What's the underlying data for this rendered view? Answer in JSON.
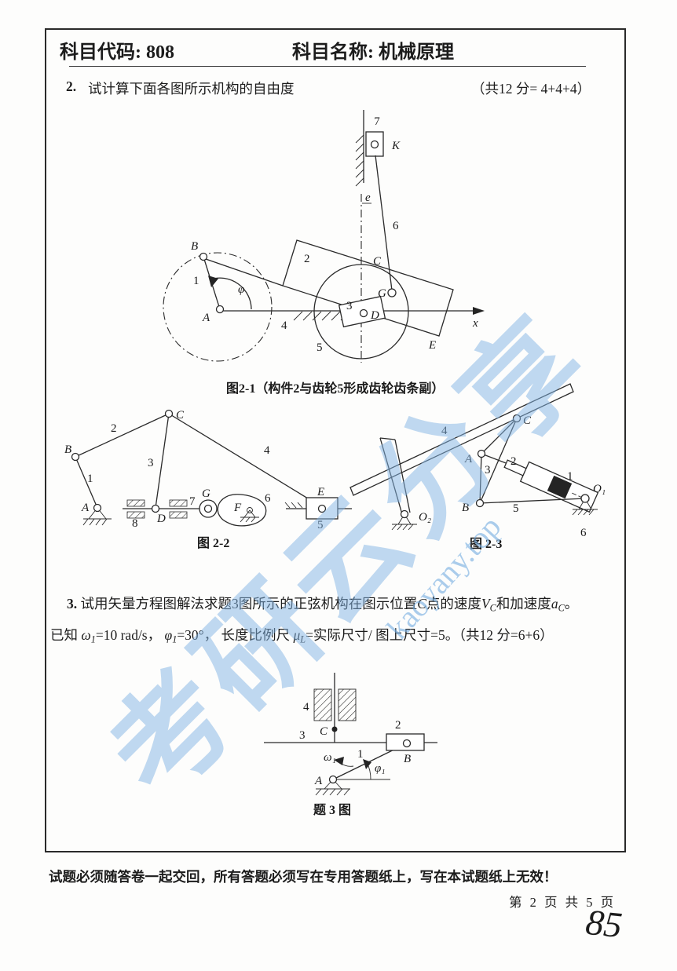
{
  "header": {
    "subject_code": "科目代码: 808",
    "subject_name": "科目名称: 机械原理"
  },
  "question2": {
    "number": "2.",
    "text": "试计算下面各图所示机构的自由度",
    "points": "（共12 分= 4+4+4）"
  },
  "figure21": {
    "caption": "图2-1（构件2与齿轮5形成齿轮齿条副）",
    "labels": {
      "n7": "7",
      "K": "K",
      "e": "e",
      "n6": "6",
      "B": "B",
      "n2": "2",
      "C": "C",
      "G": "G",
      "n1": "1",
      "phi": "φ",
      "A": "A",
      "n4": "4",
      "n3": "3",
      "D": "D",
      "n5": "5",
      "E": "E",
      "x": "x"
    }
  },
  "figure22": {
    "caption": "图 2-2",
    "labels": {
      "C": "C",
      "n2": "2",
      "n4": "4",
      "B": "B",
      "n3": "3",
      "n1": "1",
      "A": "A",
      "n8": "8",
      "D": "D",
      "n7": "7",
      "G": "G",
      "F": "F",
      "n6": "6",
      "E": "E",
      "n5": "5"
    }
  },
  "figure23": {
    "caption": "图 2-3",
    "labels": {
      "n4": "4",
      "C": "C",
      "A": "A",
      "n3": "3",
      "n2": "2",
      "n1": "1",
      "O1": "O₁",
      "B": "B",
      "n5": "5",
      "O2": "O₂",
      "n6": "6"
    }
  },
  "question3": {
    "number": "3.",
    "seg1": "试用矢量方程图解法求题3图所示的正弦机构在图示位置",
    "var_c": "C",
    "seg2": "点的速度",
    "v_main": "V",
    "v_sub": "C",
    "seg3": "和加速度",
    "a_main": "a",
    "a_sub": "C",
    "seg4": "。",
    "line2_seg1": "已知 ",
    "omega_main": "ω",
    "omega_sub": "1",
    "line2_seg2": "=10 rad/s， ",
    "phi_main": "φ",
    "phi_sub": "1",
    "line2_seg3": "=30°， 长度比例尺 ",
    "mu_main": "μ",
    "mu_sub": "L",
    "line2_seg4": "=实际尺寸/ 图上尺寸=5。（共12 分=6+6）"
  },
  "figure3": {
    "caption": "题 3 图",
    "labels": {
      "n4": "4",
      "n3": "3",
      "C": "C",
      "n2": "2",
      "B": "B",
      "n1": "1",
      "A": "A",
      "omega1": "ω₁",
      "phi1": "φ₁"
    }
  },
  "footer": {
    "notice": "试题必须随答卷一起交回，所有答题必须写在专用答题纸上，写在本试题纸上无效！",
    "page_info": "第 2 页  共 5 页",
    "handwritten_mark": "85"
  },
  "watermark": {
    "text": "考研云分享",
    "url": "kaoyany.top",
    "color": "#82b4e4"
  }
}
